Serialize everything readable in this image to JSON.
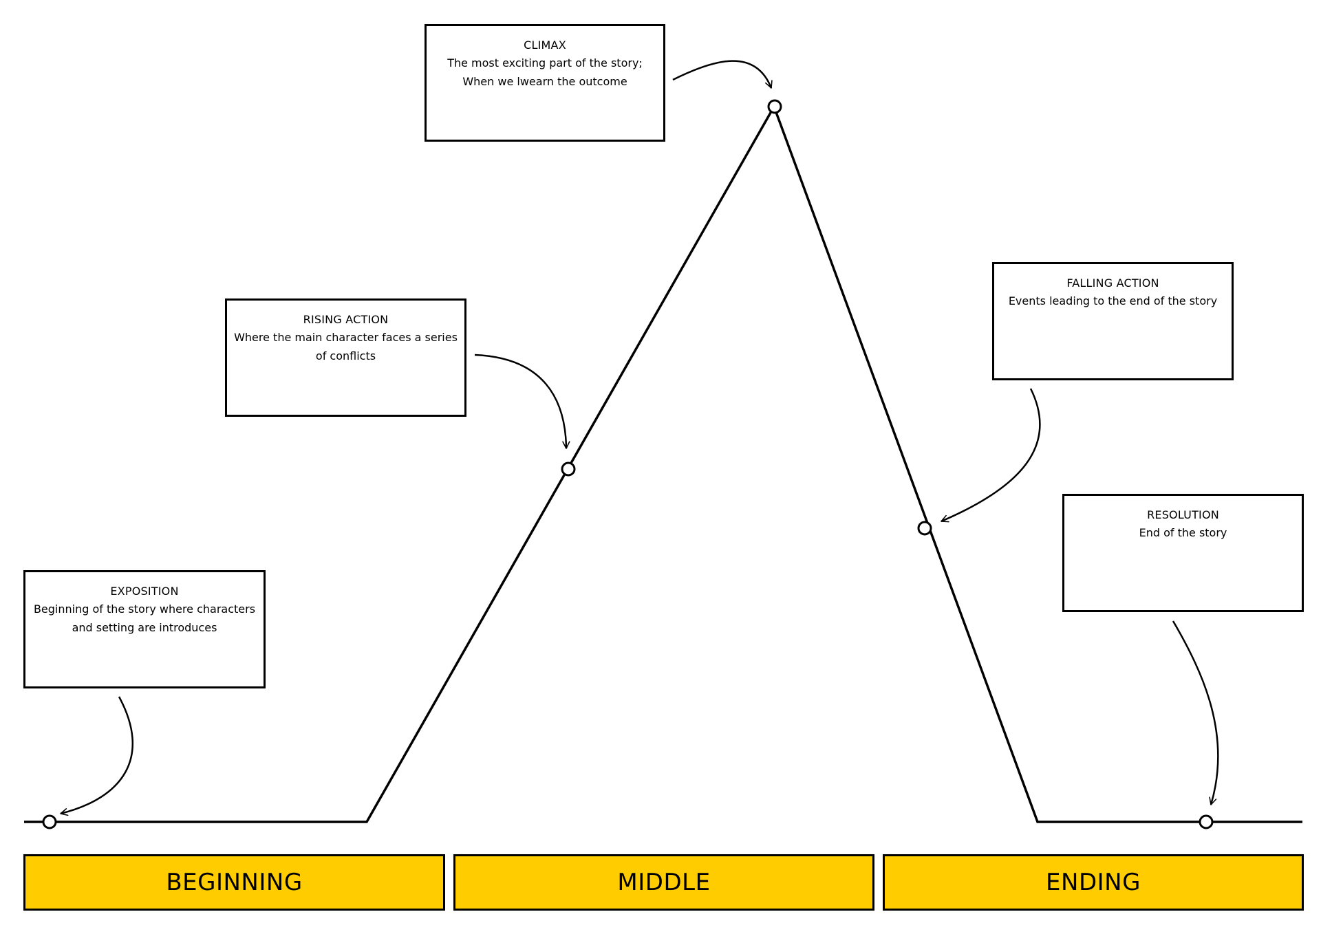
{
  "stages": [
    {
      "id": "exposition",
      "title": "EXPOSITION",
      "description": "Beginning of the story where characters and setting are introduces"
    },
    {
      "id": "rising-action",
      "title": "RISING ACTION",
      "description": "Where the main character faces a series of conflicts"
    },
    {
      "id": "climax",
      "title": "CLIMAX",
      "description": "The most exciting part of the story; When we lwearn the outcome"
    },
    {
      "id": "falling-action",
      "title": "FALLING ACTION",
      "description": "Events leading to the end of the story"
    },
    {
      "id": "resolution",
      "title": "RESOLUTION",
      "description": "End of the story"
    }
  ],
  "sections": [
    {
      "label": "BEGINNING"
    },
    {
      "label": "MIDDLE"
    },
    {
      "label": "ENDING"
    }
  ],
  "colors": {
    "section_fill": "#FFCC00",
    "line": "#000000",
    "background": "#FFFFFF"
  }
}
